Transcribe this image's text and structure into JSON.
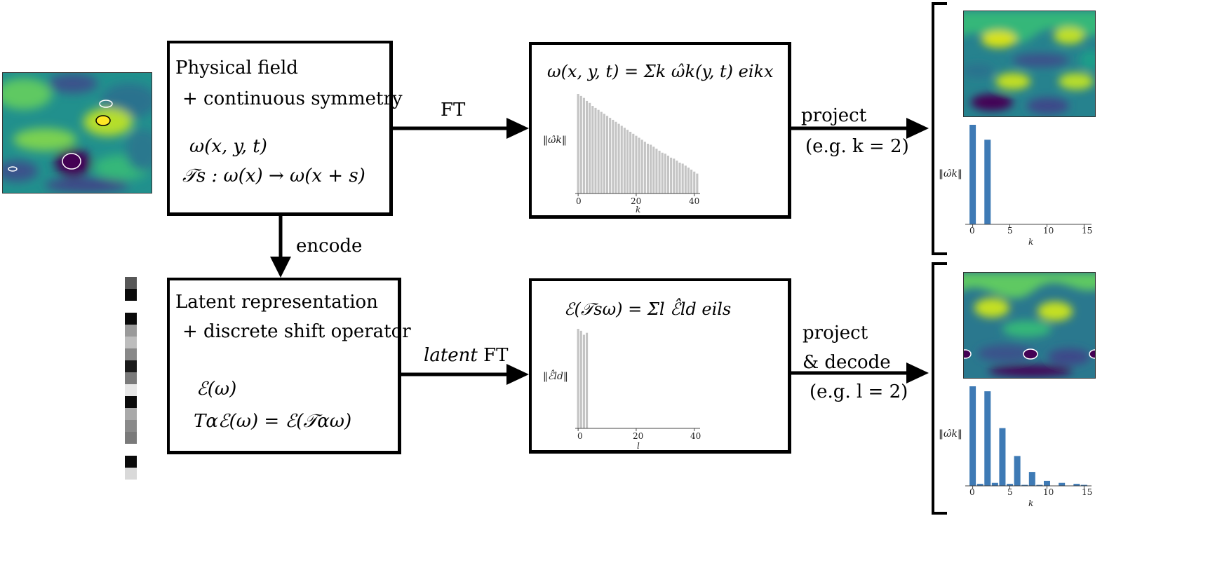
{
  "physical_box": {
    "title": "Physical field",
    "subtitle": "+ continuous symmetry",
    "eq1": "ω(x, y, t)",
    "eq2": "𝒯s : ω(x) → ω(x + s)"
  },
  "latent_box": {
    "title": "Latent representation",
    "subtitle": "+ discrete shift operator",
    "eq1": "ℰ(ω)",
    "eq2": "Tαℰ(ω) = ℰ(𝒯αω)"
  },
  "arrows": {
    "ft": "FT",
    "encode": "encode",
    "latent_ft_italic": "latent",
    "latent_ft_rest": " FT",
    "project_top_1": "project",
    "project_top_2": "(e.g.  k = 2)",
    "project_bot_1": "project",
    "project_bot_2": "& decode",
    "project_bot_3": "(e.g.  l = 2)"
  },
  "fourier_box": {
    "equation": "ω(x, y, t) = Σk ω̂k(y, t) eikx",
    "ylabel": "‖ω̂k‖",
    "xlabel": "k",
    "xticks": [
      "0",
      "20",
      "40"
    ]
  },
  "latent_fourier_box": {
    "equation": "ℰ(𝒯sω) = Σl ℰ̂ld eils",
    "ylabel": "‖ℰ̂ld‖",
    "xlabel": "l",
    "xticks": [
      "0",
      "20",
      "40"
    ]
  },
  "right_top_chart": {
    "ylabel": "‖ω̂k‖",
    "xlabel": "k",
    "xticks": [
      "0",
      "5",
      "10",
      "15"
    ]
  },
  "right_bottom_chart": {
    "ylabel": "‖ω̂k‖",
    "xlabel": "k",
    "xticks": [
      "0",
      "5",
      "10",
      "15"
    ]
  },
  "chart_data": [
    {
      "type": "bar",
      "name": "physical-spectrum",
      "x": [
        0,
        1,
        2,
        3,
        4,
        5,
        6,
        7,
        8,
        9,
        10,
        11,
        12,
        13,
        14,
        15,
        16,
        17,
        18,
        19,
        20,
        21,
        22,
        23,
        24,
        25,
        26,
        27,
        28,
        29,
        30,
        31,
        32,
        33,
        34,
        35,
        36,
        37,
        38,
        39,
        40,
        41
      ],
      "values": [
        1.0,
        0.98,
        0.96,
        0.93,
        0.91,
        0.88,
        0.86,
        0.84,
        0.82,
        0.8,
        0.78,
        0.76,
        0.74,
        0.72,
        0.7,
        0.68,
        0.66,
        0.64,
        0.62,
        0.6,
        0.58,
        0.56,
        0.54,
        0.52,
        0.5,
        0.49,
        0.47,
        0.45,
        0.43,
        0.41,
        0.4,
        0.38,
        0.36,
        0.35,
        0.33,
        0.31,
        0.3,
        0.28,
        0.26,
        0.24,
        0.22,
        0.2
      ],
      "xlim": [
        -1,
        42
      ],
      "ylim": [
        0,
        1
      ],
      "color": "#c4c4c4"
    },
    {
      "type": "bar",
      "name": "latent-spectrum",
      "x": [
        0,
        1,
        2,
        3
      ],
      "values": [
        1.0,
        0.98,
        0.94,
        0.96
      ],
      "xlim": [
        -1,
        42
      ],
      "ylim": [
        0,
        1
      ],
      "color": "#c4c4c4"
    },
    {
      "type": "bar",
      "name": "projected-spectrum",
      "x": [
        0,
        2
      ],
      "values": [
        1.0,
        0.85
      ],
      "xlim": [
        -1,
        16
      ],
      "ylim": [
        0,
        1
      ],
      "color": "#3e7ab5"
    },
    {
      "type": "bar",
      "name": "decoded-spectrum",
      "x": [
        0,
        1,
        2,
        3,
        4,
        5,
        6,
        7,
        8,
        9,
        10,
        11,
        12,
        13,
        14,
        15
      ],
      "values": [
        1.0,
        0.02,
        0.95,
        0.03,
        0.58,
        0.02,
        0.3,
        0.01,
        0.14,
        0.01,
        0.05,
        0.0,
        0.03,
        0.0,
        0.02,
        0.01
      ],
      "xlim": [
        -1,
        16
      ],
      "ylim": [
        0,
        1
      ],
      "color": "#3e7ab5"
    }
  ],
  "latent_vector": {
    "cells": [
      "#575757",
      "#0a0a0a",
      "#ffffff",
      "#0a0a0a",
      "#9a9a9a",
      "#bdbdbd",
      "#888888",
      "#1a1a1a",
      "#7a7a7a",
      "#e6e6e6",
      "#0a0a0a",
      "#a9a9a9",
      "#8a8a8a",
      "#7a7a7a",
      "#ffffff",
      "#0a0a0a",
      "#d9d9d9"
    ]
  },
  "colors": {
    "bar_gray": "#c4c4c4",
    "bar_blue": "#3e7ab5",
    "viridis_dark": "#3b1f6b",
    "viridis_mid": "#1f9a8a",
    "viridis_light": "#e8e11f"
  }
}
